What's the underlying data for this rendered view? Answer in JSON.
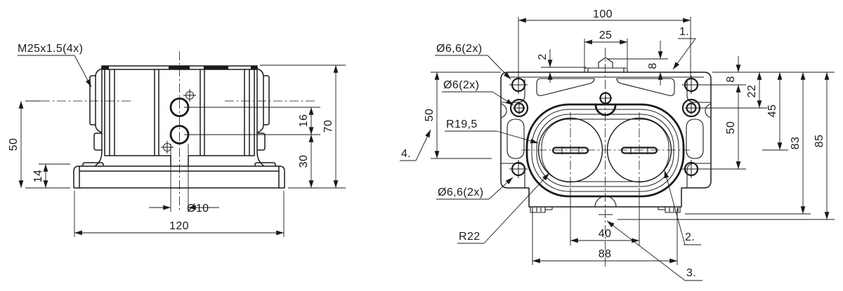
{
  "front_view": {
    "thread_label": "M25x1.5(4x)",
    "dim_50": "50",
    "dim_14": "14",
    "dim_16": "16",
    "dim_30": "30",
    "dim_70": "70",
    "dim_hole": "Ø10",
    "dim_120": "120"
  },
  "top_view": {
    "dim_100": "100",
    "dim_25": "25",
    "dim_2": "2",
    "dim_8_tab": "8",
    "label_corner_holes_top": "Ø6,6(2x)",
    "label_side_holes": "Ø6(2x)",
    "label_bore_radius": "R19,5",
    "label_corner_holes_bottom": "Ø6,6(2x)",
    "label_boss_radius": "R22",
    "dim_50_left": "50",
    "dim_8_right": "8",
    "dim_22": "22",
    "dim_45": "45",
    "dim_50_right": "50",
    "dim_83": "83",
    "dim_85": "85",
    "dim_40": "40",
    "dim_88": "88",
    "callout_1": "1.",
    "callout_2": "2.",
    "callout_3": "3.",
    "callout_4": "4."
  },
  "colors": {
    "line": "#1a1a1a",
    "background": "#ffffff"
  }
}
